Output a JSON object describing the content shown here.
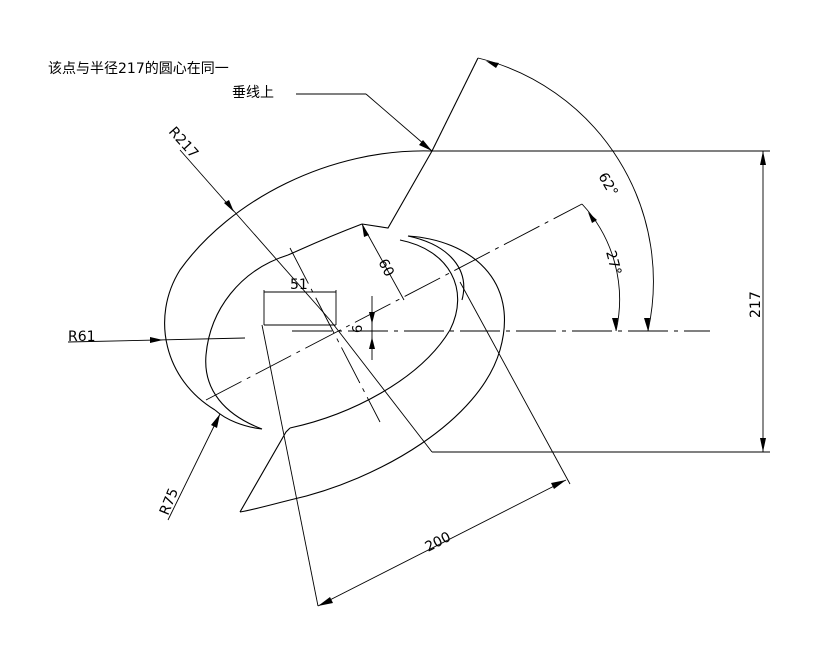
{
  "annotation": {
    "line1": "该点与半径217的圆心在同一",
    "line2": "垂线上"
  },
  "dimensions": {
    "r217": "R217",
    "r61": "R61",
    "r75": "R75",
    "d51": "51",
    "d60": "60",
    "d6": "6",
    "d200": "200",
    "d217": "217",
    "a62": "62°",
    "a27": "27°"
  }
}
